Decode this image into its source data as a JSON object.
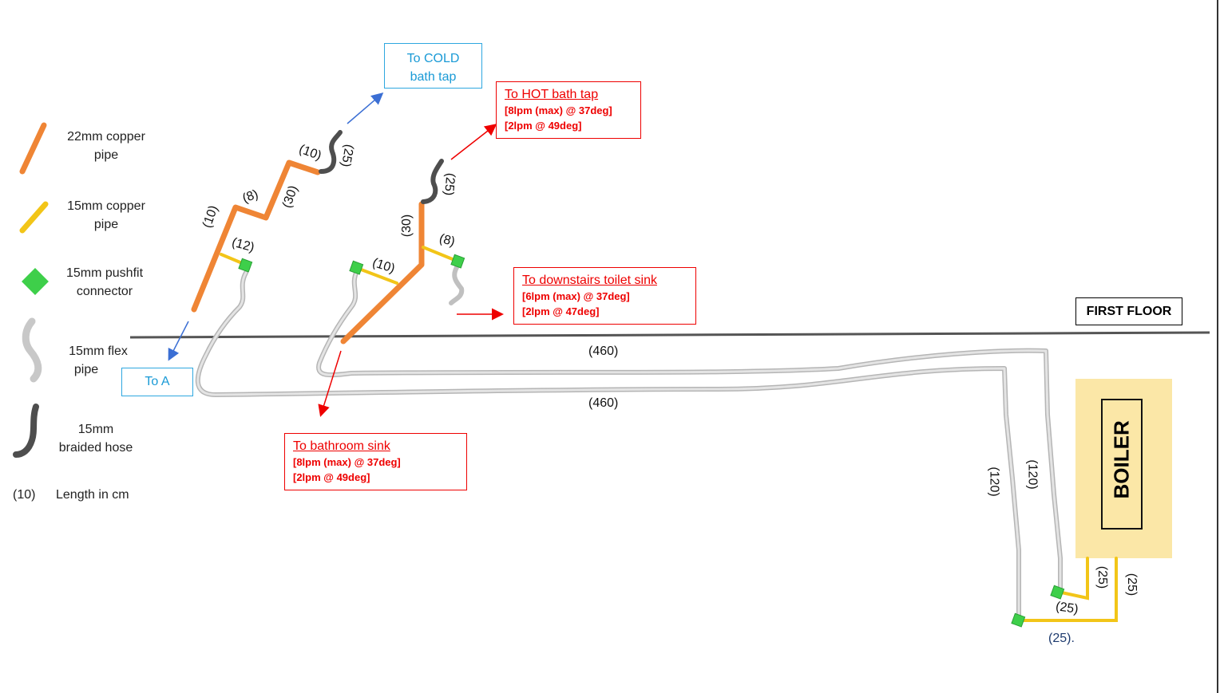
{
  "legend": {
    "items": [
      {
        "icon": "orange-pipe-icon",
        "label_line1": "22mm copper",
        "label_line2": "pipe"
      },
      {
        "icon": "yellow-pipe-icon",
        "label_line1": "15mm copper",
        "label_line2": "pipe"
      },
      {
        "icon": "green-connector-icon",
        "label_line1": "15mm pushfit",
        "label_line2": "connector"
      },
      {
        "icon": "flex-pipe-icon",
        "label_line1": "15mm flex",
        "label_line2": "pipe"
      },
      {
        "icon": "braided-hose-icon",
        "label_line1": "15mm",
        "label_line2": "braided hose"
      }
    ],
    "length_key": "(10)",
    "length_desc": "Length in cm"
  },
  "callouts": {
    "cold_tap": {
      "line1": "To COLD",
      "line2": "bath tap"
    },
    "to_a": "To A",
    "hot_tap": {
      "title": "To HOT bath tap",
      "line1": "[8lpm (max) @ 37deg]",
      "line2": "[2lpm @ 49deg]"
    },
    "toilet_sink": {
      "title": "To downstairs toilet sink",
      "line1": "[6lpm (max) @ 37deg]",
      "line2": "[2lpm @ 47deg]"
    },
    "bathroom_sink": {
      "title": "To bathroom sink",
      "line1": "[8lpm (max) @ 37deg]",
      "line2": "[2lpm @ 49deg]"
    },
    "first_floor": "FIRST FLOOR",
    "boiler": "BOILER"
  },
  "lengths": {
    "cold_10a": "(10)",
    "cold_8": "(8)",
    "cold_30": "(30)",
    "cold_10b": "(10)",
    "cold_25": "(25)",
    "cold_12": "(12)",
    "hot_30": "(30)",
    "hot_25": "(25)",
    "hot_8": "(8)",
    "hot_10": "(10)",
    "run_top": "(460)",
    "run_bottom": "(460)",
    "drop_left": "(120)",
    "drop_right": "(120)",
    "boiler_25a": "(25)",
    "boiler_25b": "(25)",
    "boiler_25c": "(25)",
    "boiler_25d": "(25)."
  },
  "colors": {
    "copper22": "#ef8535",
    "copper15": "#f2c518",
    "connector": "#3ecf4a",
    "flex": "#c8c8c8",
    "braided": "#4e4e4e",
    "boiler": "#fbe7a7"
  }
}
